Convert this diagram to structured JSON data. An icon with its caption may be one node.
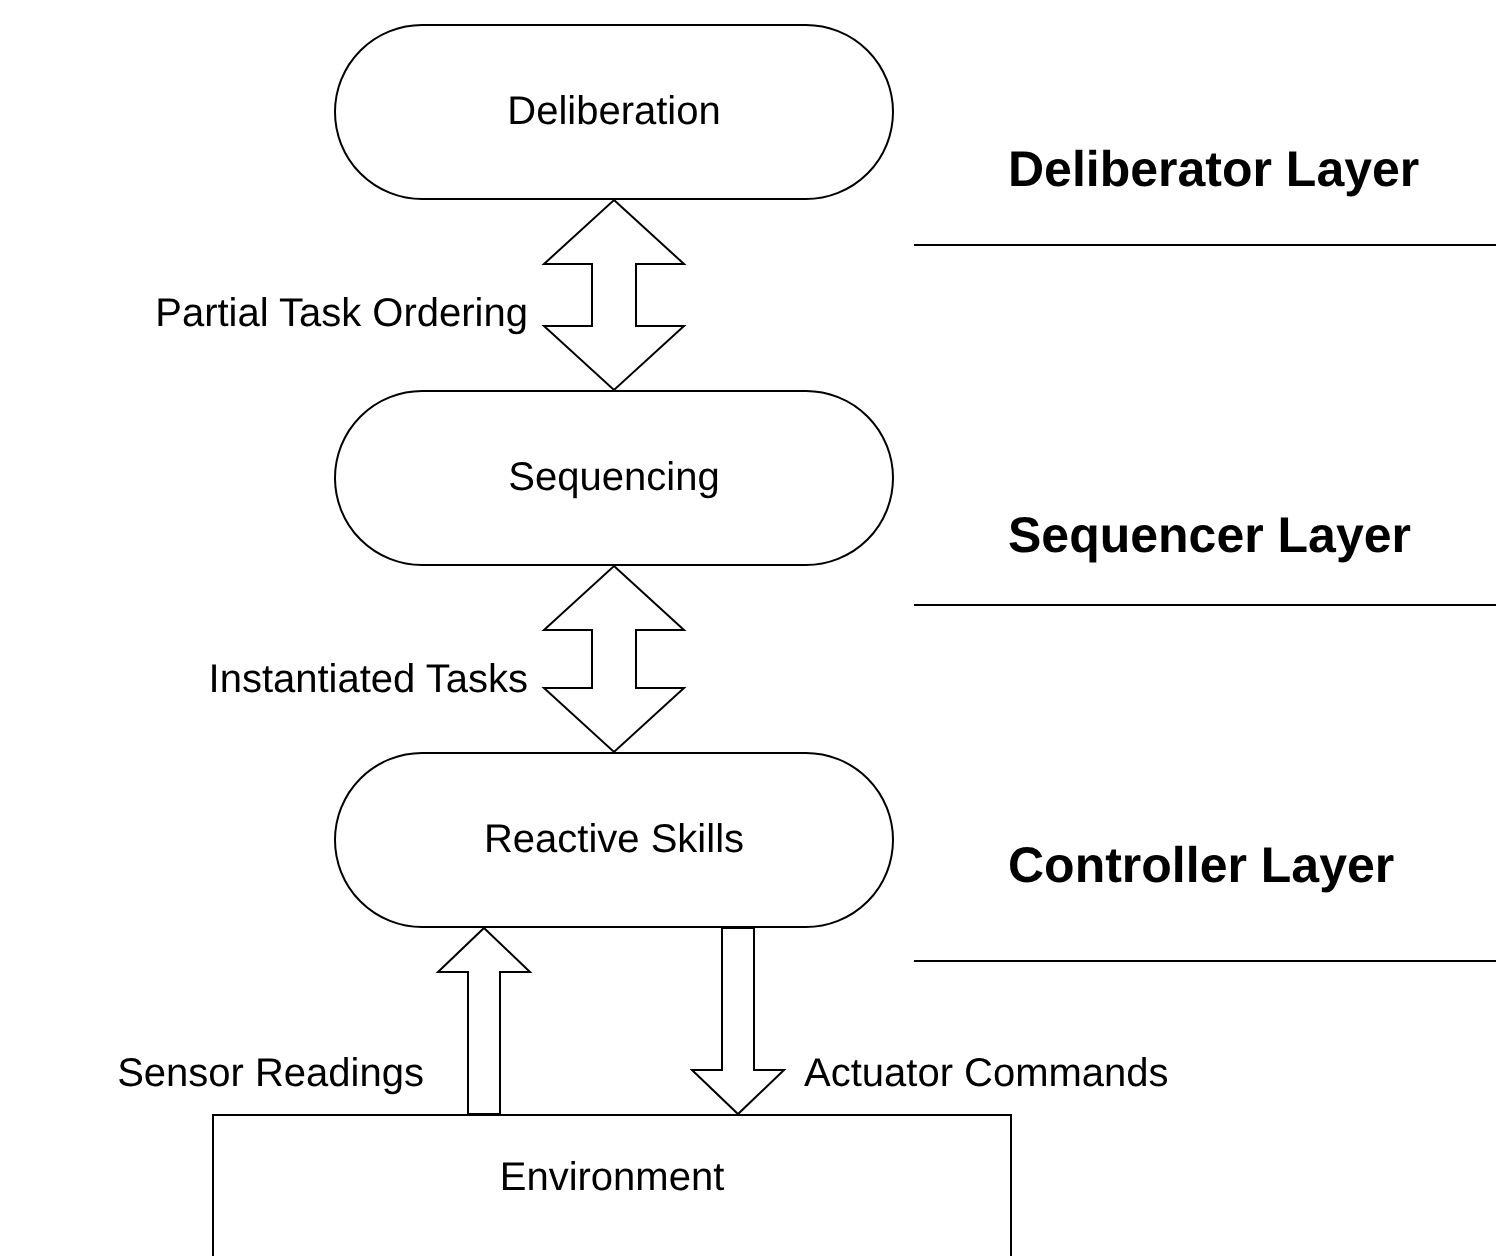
{
  "diagram": {
    "nodes": [
      {
        "text": [
          "Deliberation"
        ]
      },
      {
        "text": [
          "Sequencing"
        ]
      },
      {
        "text": [
          "Reactive Skills"
        ]
      },
      {
        "text": [
          "Environment"
        ]
      }
    ],
    "edges": [
      {
        "from": 0,
        "to": 1,
        "arrow": "both",
        "label": "Partial Task Ordering"
      },
      {
        "from": 1,
        "to": 2,
        "arrow": "both",
        "label": "Instantiated Tasks"
      },
      {
        "from": 3,
        "to": 2,
        "arrow": "to",
        "label": "Sensor Readings"
      },
      {
        "from": 2,
        "to": 3,
        "arrow": "to",
        "label": "Actuator Commands"
      }
    ],
    "labels": [
      "Deliberator Layer",
      "Sequencer Layer",
      "Controller Layer"
    ]
  }
}
